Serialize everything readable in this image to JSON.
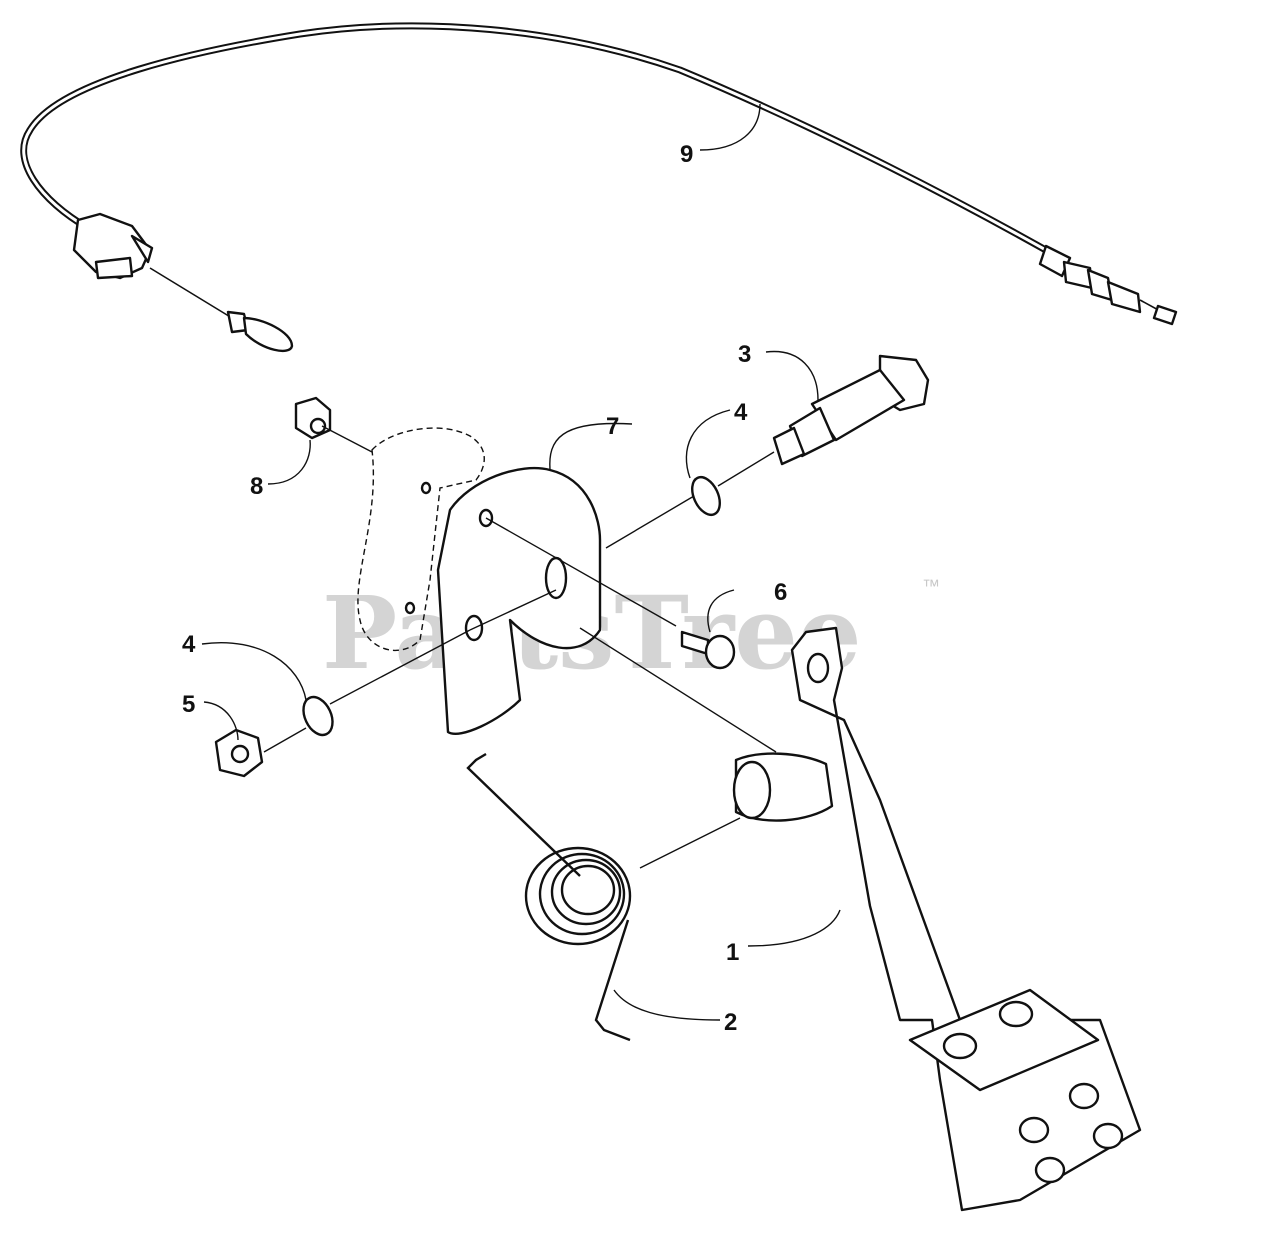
{
  "watermark": {
    "text": "PartsTree",
    "trademark": "™"
  },
  "callouts": {
    "c1": "1",
    "c2": "2",
    "c3": "3",
    "c4a": "4",
    "c4b": "4",
    "c5": "5",
    "c6": "6",
    "c7": "7",
    "c8": "8",
    "c9": "9"
  },
  "colors": {
    "line": "#111111",
    "watermark": "#d4d4d4",
    "background": "#ffffff"
  }
}
